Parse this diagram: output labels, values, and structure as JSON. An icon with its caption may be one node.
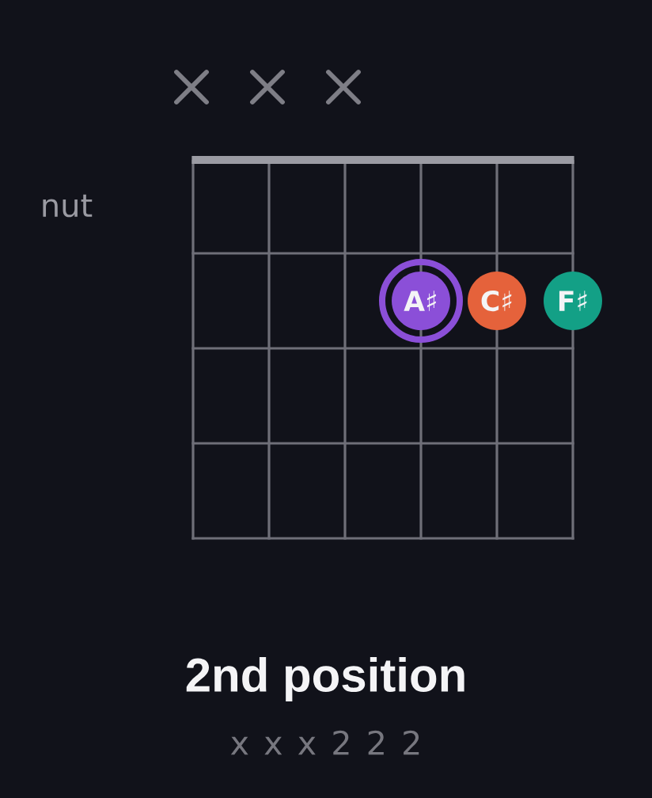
{
  "diagram": {
    "caption": "2nd position",
    "nodes": [
      {
        "text": [
          "A♯"
        ]
      },
      {
        "text": [
          "C♯"
        ]
      },
      {
        "text": [
          "F♯"
        ]
      }
    ],
    "labels": [
      "nut",
      "x x x 2 2 2"
    ]
  }
}
